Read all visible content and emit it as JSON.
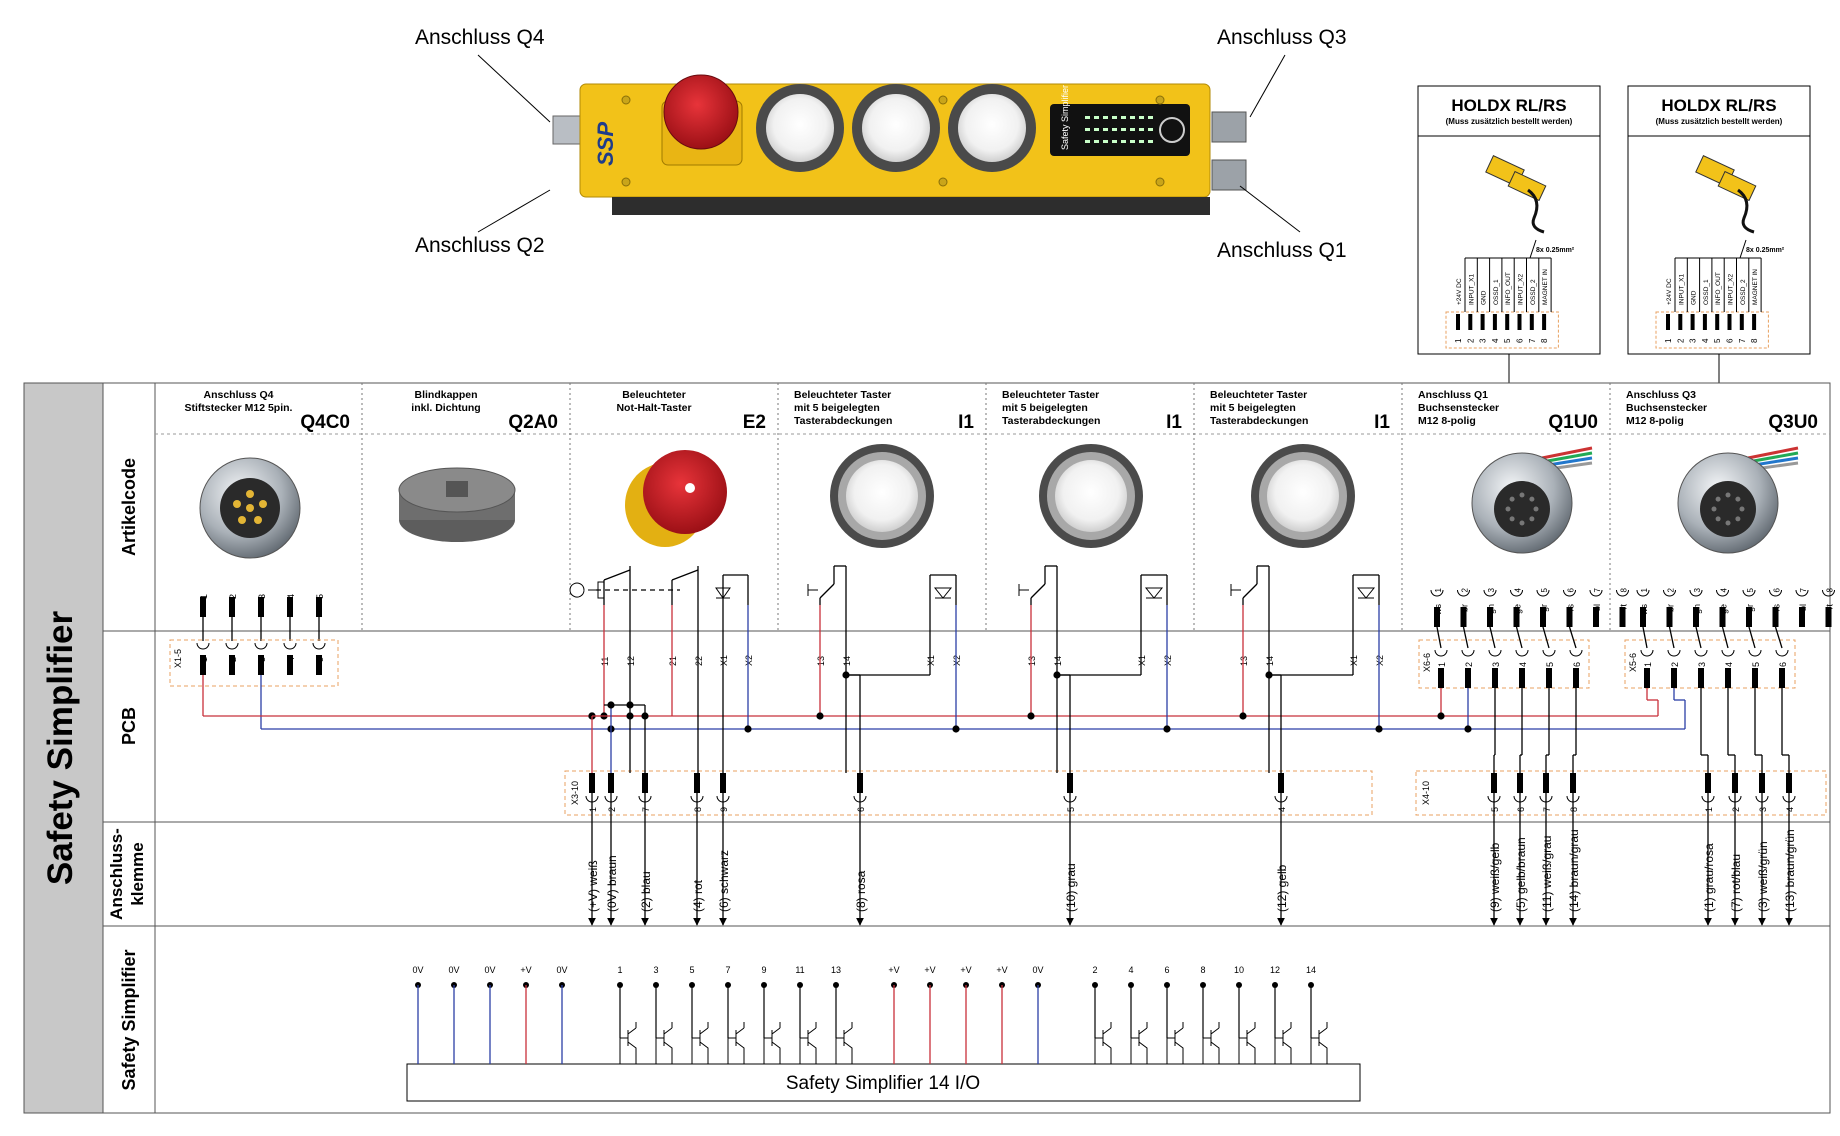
{
  "top_labels": {
    "q4": "Anschluss Q4",
    "q3": "Anschluss Q3",
    "q2": "Anschluss Q2",
    "q1": "Anschluss Q1"
  },
  "device": {
    "brand": "SSP",
    "panel_text": "Safety Simplifier"
  },
  "holdx": [
    {
      "title": "HOLDX RL/RS",
      "subtitle": "(Muss zusätzlich bestellt werden)",
      "cable": "8x 0.25mm²",
      "pins": [
        "+24V DC",
        "INPUT_X1",
        "GND",
        "OSSD_1",
        "INFO_OUT",
        "INPUT_X2",
        "OSSD_2",
        "MAGNET IN"
      ],
      "pin_numbers": [
        "1",
        "2",
        "3",
        "4",
        "5",
        "6",
        "7",
        "8"
      ]
    },
    {
      "title": "HOLDX RL/RS",
      "subtitle": "(Muss zusätzlich bestellt werden)",
      "cable": "8x 0.25mm²",
      "pins": [
        "+24V DC",
        "INPUT_X1",
        "GND",
        "OSSD_1",
        "INFO_OUT",
        "INPUT_X2",
        "OSSD_2",
        "MAGNET IN"
      ],
      "pin_numbers": [
        "1",
        "2",
        "3",
        "4",
        "5",
        "6",
        "7",
        "8"
      ]
    }
  ],
  "side_title": "Safety Simplifier",
  "rows": {
    "artikelcode": "Artikelcode",
    "pcb": "PCB",
    "klemme_1": "Anschluss-",
    "klemme_2": "klemme",
    "simplifier": "Safety Simplifier"
  },
  "columns": [
    {
      "desc": [
        "Anschluss Q4",
        "Stiftstecker M12 5pin."
      ],
      "code": "Q4C0"
    },
    {
      "desc": [
        "Blindkappen",
        "inkl. Dichtung"
      ],
      "code": "Q2A0"
    },
    {
      "desc": [
        "Beleuchteter",
        "Not-Halt-Taster"
      ],
      "code": "E2"
    },
    {
      "desc": [
        "Beleuchteter Taster",
        "mit 5 beigelegten",
        "Tasterabdeckungen"
      ],
      "code": "I1"
    },
    {
      "desc": [
        "Beleuchteter Taster",
        "mit 5 beigelegten",
        "Tasterabdeckungen"
      ],
      "code": "I1"
    },
    {
      "desc": [
        "Beleuchteter Taster",
        "mit 5 beigelegten",
        "Tasterabdeckungen"
      ],
      "code": "I1"
    },
    {
      "desc": [
        "Anschluss Q1",
        "Buchsenstecker",
        "M12 8-polig"
      ],
      "code": "Q1U0"
    },
    {
      "desc": [
        "Anschluss Q3",
        "Buchsenstecker",
        "M12 8-polig"
      ],
      "code": "Q3U0"
    }
  ],
  "q4_pins": [
    "1",
    "2",
    "3",
    "4",
    "5"
  ],
  "q4_pcb_pins": [
    "1",
    "2",
    "3",
    "4",
    "5"
  ],
  "x15": "X1-5",
  "e2_terms": [
    "11",
    "12",
    "21",
    "22",
    "X1",
    "X2"
  ],
  "i1_terms": [
    "13",
    "14",
    "X1",
    "X2"
  ],
  "q_connector": {
    "pins": [
      "1",
      "2",
      "3",
      "4",
      "5",
      "6",
      "7",
      "8"
    ],
    "colors": [
      "ws",
      "br",
      "gn",
      "ge",
      "gr",
      "rs",
      "bl",
      "rt"
    ]
  },
  "x66": {
    "label": "X6-6",
    "pins": [
      "1",
      "2",
      "3",
      "4",
      "5",
      "6"
    ]
  },
  "x56": {
    "label": "X5-6",
    "pins": [
      "1",
      "2",
      "3",
      "4",
      "5",
      "6"
    ]
  },
  "x310": {
    "label": "X3-10",
    "pins": [
      "1",
      "2",
      "7",
      "8",
      "9",
      "6",
      "5",
      "4"
    ]
  },
  "x410": {
    "label": "X4-10",
    "pins": [
      "5",
      "6",
      "7",
      "8",
      "1",
      "2",
      "3",
      "4"
    ]
  },
  "terminal_labels": [
    "(+V) weiß",
    "(0V) braun",
    "(2) blau",
    "(4) rot",
    "(6) schwarz",
    "(8) rosa",
    "(10) grau",
    "(12) gelb",
    "(9) weiß/gelb",
    "(5) gelb/braun",
    "(11) weiß/grau",
    "(14) braun/grau",
    "(1) grau/rosa",
    "(7) rot/blau",
    "(3) weiß/grün",
    "(13) braun/grün"
  ],
  "ss_pins_a": [
    "0V",
    "0V",
    "0V",
    "+V",
    "0V"
  ],
  "ss_pins_b": [
    "1",
    "3",
    "5",
    "7",
    "9",
    "11",
    "13"
  ],
  "ss_pins_c": [
    "+V",
    "+V",
    "+V",
    "+V",
    "0V"
  ],
  "ss_pins_d": [
    "2",
    "4",
    "6",
    "8",
    "10",
    "12",
    "14"
  ],
  "ss_box": "Safety Simplifier 14 I/O",
  "colors": {
    "red_wire": "#c8303a",
    "blue_wire": "#2b3fa6",
    "yellow": "#f2c219",
    "orange_dash": "#e8a060",
    "side_gray": "#c8c8c8"
  }
}
